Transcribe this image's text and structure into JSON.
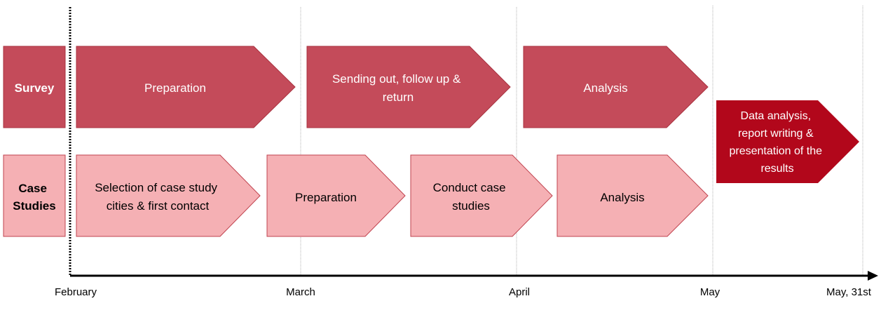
{
  "rows": {
    "survey": {
      "label": "Survey"
    },
    "case_studies": {
      "label_lines": [
        "Case",
        "Studies"
      ]
    }
  },
  "survey_phases": [
    {
      "lines": [
        "Preparation"
      ]
    },
    {
      "lines": [
        "Sending out, follow up &",
        "return"
      ]
    },
    {
      "lines": [
        "Analysis"
      ]
    }
  ],
  "case_phases": [
    {
      "lines": [
        "Selection of case study",
        "cities & first contact"
      ]
    },
    {
      "lines": [
        "Preparation"
      ]
    },
    {
      "lines": [
        "Conduct case",
        "studies"
      ]
    },
    {
      "lines": [
        "Analysis"
      ]
    }
  ],
  "final_phase": {
    "lines": [
      "Data analysis,",
      "report writing &",
      "presentation of the",
      "results"
    ]
  },
  "timeline": {
    "labels": [
      "February",
      "March",
      "April",
      "May",
      "May, 31st"
    ]
  },
  "colors": {
    "survey": "#c44b5a",
    "case": "#f5b0b4",
    "final": "#b2071b",
    "outline": "#c0434f",
    "axis": "#000000",
    "gridline": "#b0b0b0"
  }
}
